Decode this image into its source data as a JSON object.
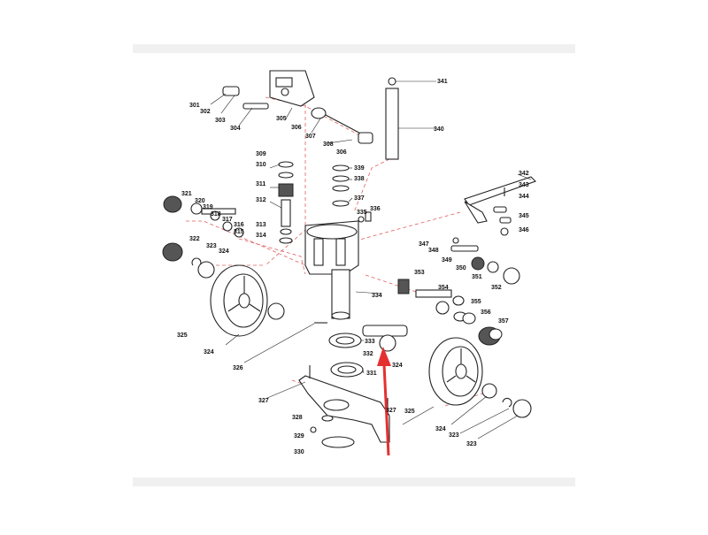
{
  "colors": {
    "background": "#ffffff",
    "band": "#f0f0f0",
    "ink": "#222222",
    "dashed_assembly_lines": "#e06060",
    "arrow": "#e53030"
  },
  "labels": [
    {
      "id": "301",
      "text": "301"
    },
    {
      "id": "302",
      "text": "302"
    },
    {
      "id": "303",
      "text": "303"
    },
    {
      "id": "304",
      "text": "304"
    },
    {
      "id": "305",
      "text": "305"
    },
    {
      "id": "306a",
      "text": "306"
    },
    {
      "id": "307",
      "text": "307"
    },
    {
      "id": "308",
      "text": "308"
    },
    {
      "id": "306b",
      "text": "306"
    },
    {
      "id": "341",
      "text": "341"
    },
    {
      "id": "340",
      "text": "340"
    },
    {
      "id": "309",
      "text": "309"
    },
    {
      "id": "310",
      "text": "310"
    },
    {
      "id": "311",
      "text": "311"
    },
    {
      "id": "312",
      "text": "312"
    },
    {
      "id": "313",
      "text": "313"
    },
    {
      "id": "314",
      "text": "314"
    },
    {
      "id": "339",
      "text": "339"
    },
    {
      "id": "338",
      "text": "338"
    },
    {
      "id": "337",
      "text": "337"
    },
    {
      "id": "335",
      "text": "335"
    },
    {
      "id": "336",
      "text": "336"
    },
    {
      "id": "342",
      "text": "342"
    },
    {
      "id": "343",
      "text": "343"
    },
    {
      "id": "344",
      "text": "344"
    },
    {
      "id": "345",
      "text": "345"
    },
    {
      "id": "346",
      "text": "346"
    },
    {
      "id": "321",
      "text": "321"
    },
    {
      "id": "320",
      "text": "320"
    },
    {
      "id": "319",
      "text": "319"
    },
    {
      "id": "318",
      "text": "318"
    },
    {
      "id": "317",
      "text": "317"
    },
    {
      "id": "316",
      "text": "316"
    },
    {
      "id": "315",
      "text": "315"
    },
    {
      "id": "322",
      "text": "322"
    },
    {
      "id": "323a",
      "text": "323"
    },
    {
      "id": "324a",
      "text": "324"
    },
    {
      "id": "347",
      "text": "347"
    },
    {
      "id": "348",
      "text": "348"
    },
    {
      "id": "349",
      "text": "349"
    },
    {
      "id": "350",
      "text": "350"
    },
    {
      "id": "351",
      "text": "351"
    },
    {
      "id": "352",
      "text": "352"
    },
    {
      "id": "353",
      "text": "353"
    },
    {
      "id": "354",
      "text": "354"
    },
    {
      "id": "355",
      "text": "355"
    },
    {
      "id": "356",
      "text": "356"
    },
    {
      "id": "357",
      "text": "357"
    },
    {
      "id": "334",
      "text": "334"
    },
    {
      "id": "325a",
      "text": "325"
    },
    {
      "id": "324b",
      "text": "324"
    },
    {
      "id": "326",
      "text": "326"
    },
    {
      "id": "333",
      "text": "333"
    },
    {
      "id": "332",
      "text": "332"
    },
    {
      "id": "324c",
      "text": "324"
    },
    {
      "id": "331",
      "text": "331"
    },
    {
      "id": "327a",
      "text": "327"
    },
    {
      "id": "327b",
      "text": "327"
    },
    {
      "id": "325b",
      "text": "325"
    },
    {
      "id": "328",
      "text": "328"
    },
    {
      "id": "329",
      "text": "329"
    },
    {
      "id": "330",
      "text": "330"
    },
    {
      "id": "324d",
      "text": "324"
    },
    {
      "id": "323b",
      "text": "323"
    },
    {
      "id": "323c",
      "text": "323"
    }
  ]
}
